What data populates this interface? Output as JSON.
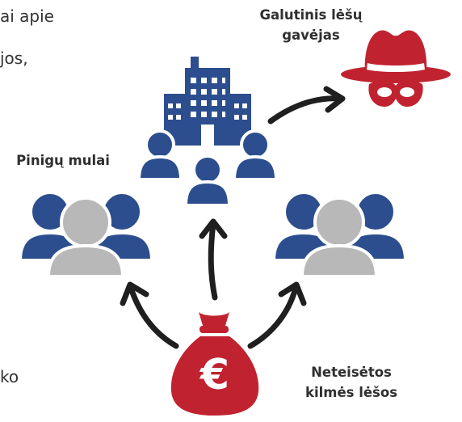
{
  "left_text_fragments": {
    "line1": "ai  apie",
    "line2": "jos,",
    "line3": "ko"
  },
  "labels": {
    "final_beneficiary_line1": "Galutinis lėšų",
    "final_beneficiary_line2": "gavėjas",
    "money_mules": "Pinigų mulai",
    "illicit_funds_line1": "Neteisėtos",
    "illicit_funds_line2": "kilmės lėšos"
  },
  "symbols": {
    "currency": "€"
  },
  "icons": [
    "building-icon",
    "hat-mask-icon",
    "money-bag-icon",
    "people-group-icon",
    "person-icon",
    "arrow-icon"
  ],
  "colors": {
    "navy": "#2c4e8e",
    "gray": "#b8b8b8",
    "red": "#c0232f",
    "text": "#333333",
    "arrow": "#1f1f1f"
  }
}
